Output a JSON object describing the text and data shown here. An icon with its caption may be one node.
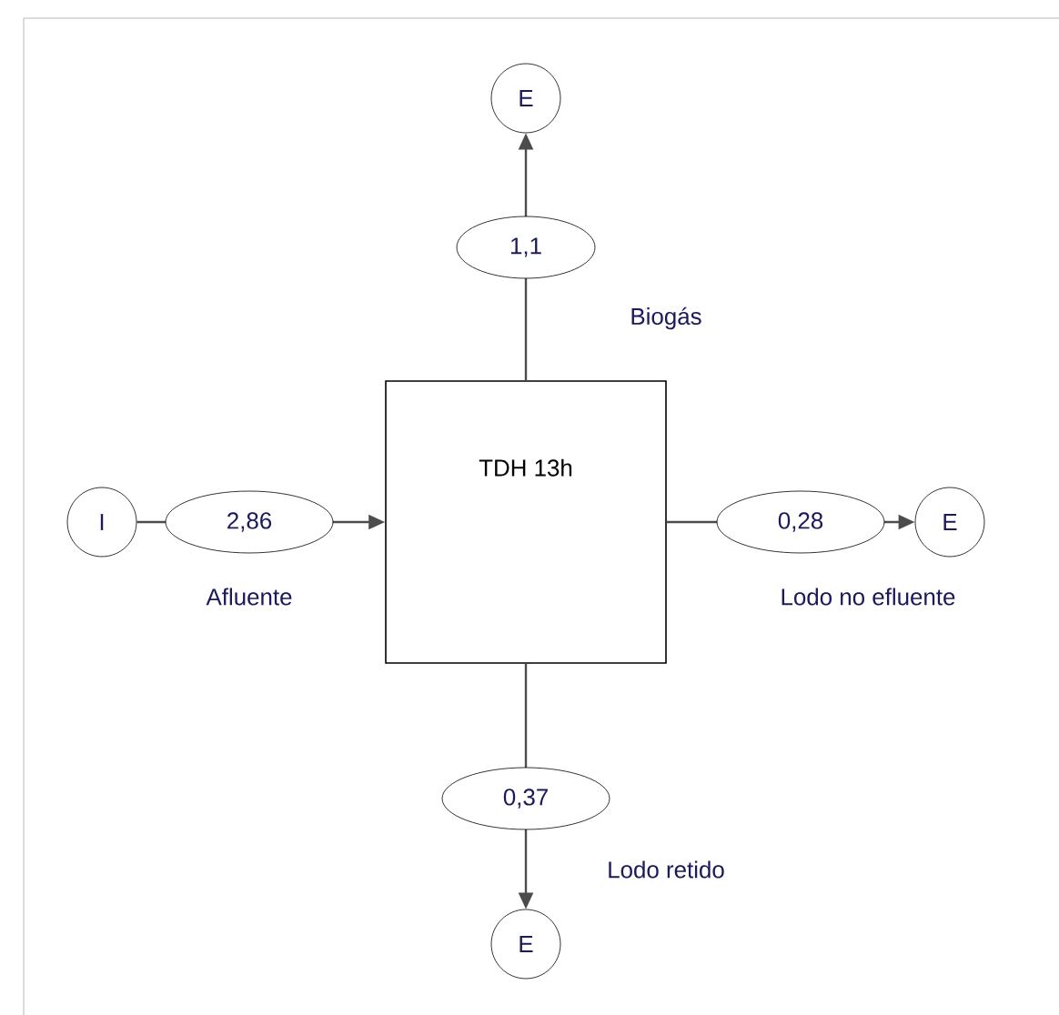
{
  "diagram": {
    "nodes": [
      {
        "text": [
          "TDH 13h"
        ]
      },
      {
        "text": [
          "I"
        ]
      },
      {
        "text": [
          "E"
        ]
      },
      {
        "text": [
          "E"
        ]
      },
      {
        "text": [
          "E"
        ]
      }
    ],
    "edges": [
      {
        "from": 1,
        "to": 0,
        "arrow": "to",
        "label": "2,86"
      },
      {
        "from": 0,
        "to": 2,
        "arrow": "to",
        "label": "1,1"
      },
      {
        "from": 0,
        "to": 3,
        "arrow": "to",
        "label": "0,28"
      },
      {
        "from": 0,
        "to": 4,
        "arrow": "to",
        "label": "0,37"
      }
    ],
    "labels": [
      "Biogás",
      "Afluente",
      "Lodo no efluente",
      "Lodo retido"
    ]
  }
}
